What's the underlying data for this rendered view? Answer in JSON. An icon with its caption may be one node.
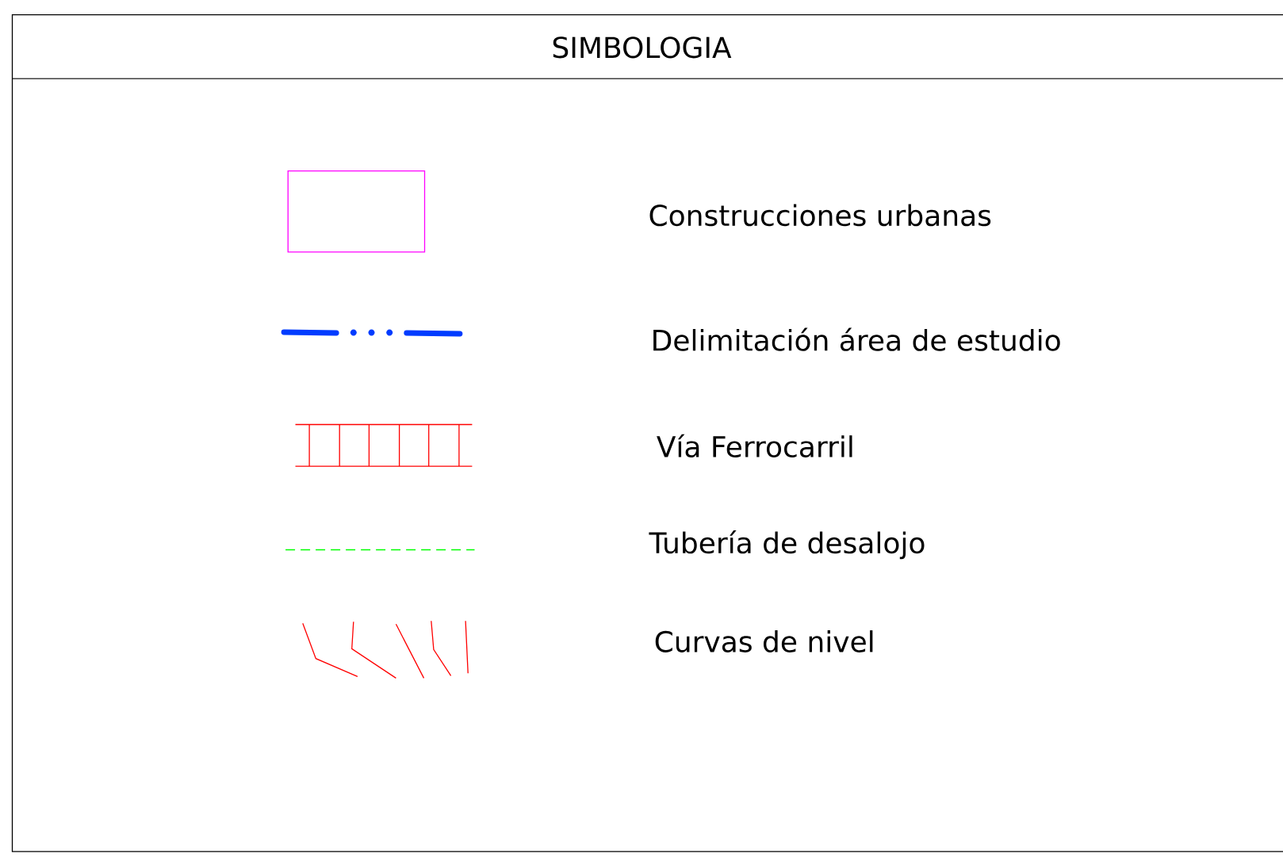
{
  "diagram": {
    "title": "SIMBOLOGIA",
    "legend": [
      {
        "text": "Construcciones urbanas"
      },
      {
        "text": "Delimitación área de estudio"
      },
      {
        "text": "Vía Ferrocarril"
      },
      {
        "text": "Tubería de desalojo"
      },
      {
        "text": "Curvas de nivel"
      }
    ]
  }
}
